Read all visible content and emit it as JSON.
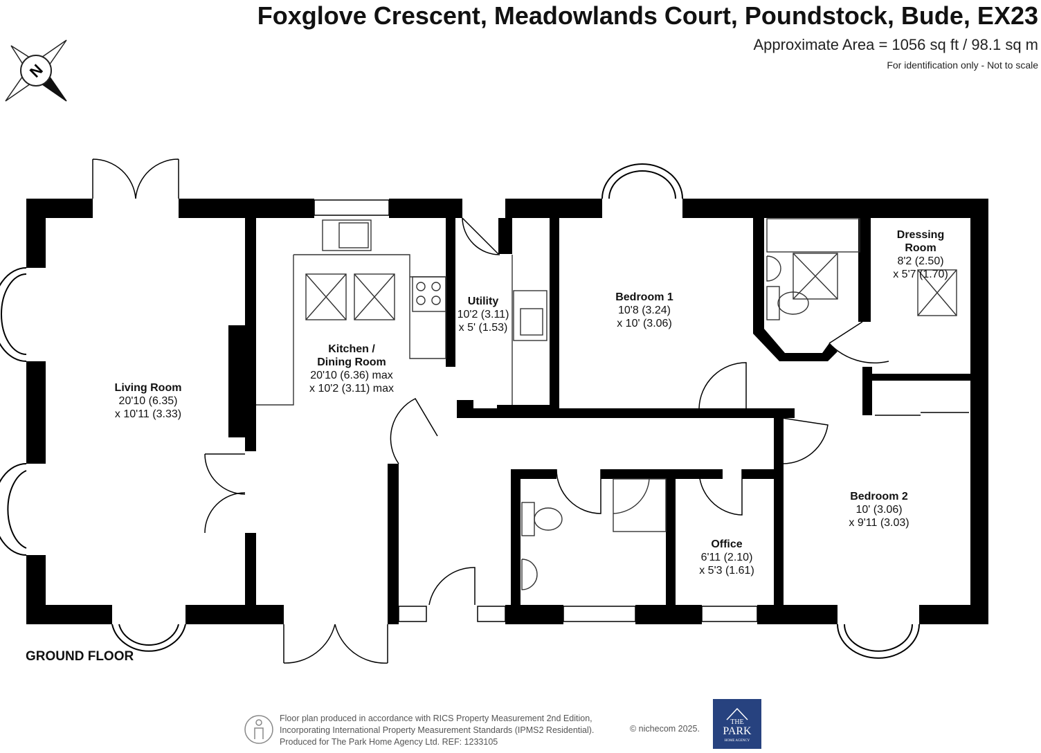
{
  "header": {
    "title": "Foxglove Crescent, Meadowlands Court, Poundstock, Bude, EX23",
    "area": "Approximate Area = 1056 sq ft / 98.1 sq m",
    "note": "For identification only - Not to scale"
  },
  "compass": {
    "label": "N",
    "icon": "compass-icon"
  },
  "floor": {
    "label": "GROUND FLOOR"
  },
  "rooms": {
    "living": {
      "name": "Living Room",
      "dim1": "20'10 (6.35)",
      "dim2": "x 10'11 (3.33)"
    },
    "kitchen": {
      "name1": "Kitchen /",
      "name2": "Dining Room",
      "dim1": "20'10 (6.36) max",
      "dim2": "x 10'2 (3.11) max"
    },
    "utility": {
      "name": "Utility",
      "dim1": "10'2 (3.11)",
      "dim2": "x 5' (1.53)"
    },
    "bedroom1": {
      "name": "Bedroom 1",
      "dim1": "10'8 (3.24)",
      "dim2": "x 10' (3.06)"
    },
    "dressing": {
      "name1": "Dressing",
      "name2": "Room",
      "dim1": "8'2 (2.50)",
      "dim2": "x 5'7 (1.70)"
    },
    "bedroom2": {
      "name": "Bedroom 2",
      "dim1": "10' (3.06)",
      "dim2": "x 9'11 (3.03)"
    },
    "office": {
      "name": "Office",
      "dim1": "6'11 (2.10)",
      "dim2": "x 5'3 (1.61)"
    }
  },
  "footer": {
    "line1": "Floor plan produced in accordance with RICS Property Measurement 2nd Edition,",
    "line2": "Incorporating International Property Measurement Standards (IPMS2 Residential).",
    "line3": "Produced for The Park Home Agency Ltd.   REF:  1233105",
    "credit": "© nichecom 2025.",
    "logo_line1": "THE",
    "logo_line2": "PARK",
    "logo_line3": "HOME AGENCY",
    "logo_color": "#27427f"
  },
  "colors": {
    "wall": "#000000",
    "fixture": "#333333"
  }
}
